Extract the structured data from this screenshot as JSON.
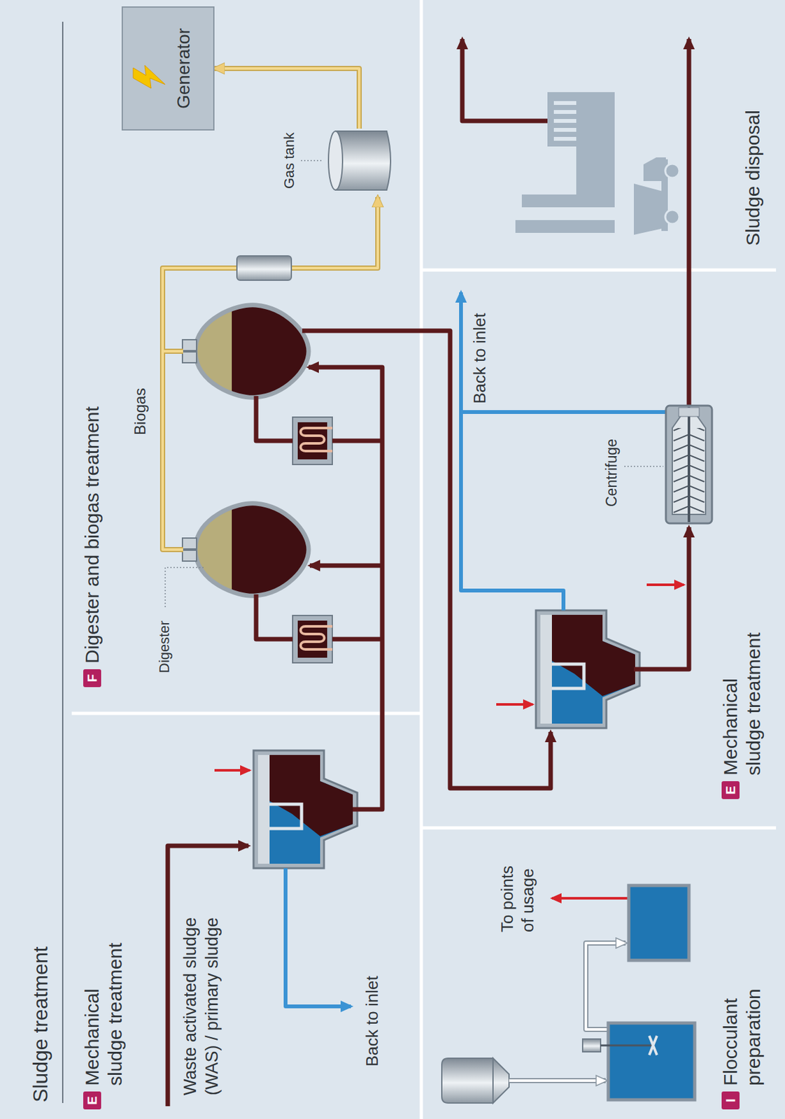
{
  "diagram": {
    "title": "Sludge treatment",
    "nodes": [
      {
        "text": [
          "Mechanical sludge treatment"
        ]
      },
      {
        "text": [
          "E"
        ],
        "in": 0
      },
      {
        "text": [
          "Digester and biogas treatment"
        ]
      },
      {
        "text": [
          "F"
        ],
        "in": 2
      },
      {
        "text": [
          "Gas tank"
        ],
        "in": 2
      },
      {
        "text": [
          "Generator"
        ],
        "in": 2
      },
      {
        "text": [
          "Flocculant preparation"
        ]
      },
      {
        "text": [
          "I"
        ],
        "in": 6
      },
      {
        "text": [
          "Mechanical sludge treatment"
        ]
      },
      {
        "text": [
          "E"
        ],
        "in": 8
      },
      {
        "text": [
          "Sludge disposal"
        ]
      }
    ],
    "edges": [
      {
        "from": 4,
        "to": 5,
        "arrow": "to"
      }
    ],
    "labels": [
      "Waste activated sludge (WAS) / primary sludge",
      "Back to inlet",
      "Digester",
      "Biogas",
      "Back to inlet",
      "Centrifuge",
      "To points of usage"
    ]
  }
}
